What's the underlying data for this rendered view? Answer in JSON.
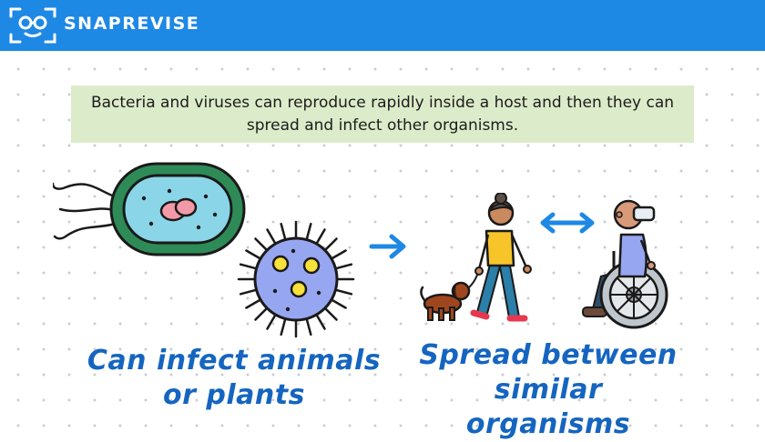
{
  "header": {
    "brand": "SNAPREVISE",
    "logo_icon": "glasses-face-icon",
    "color": "#1e88e5"
  },
  "banner": {
    "text": "Bacteria and viruses can reproduce rapidly inside a host and then they can spread and infect other organisms.",
    "background": "#dcebc9"
  },
  "illustrations": {
    "bacterium": "bacterium-icon",
    "virus": "virus-icon",
    "arrow": "arrow-right-icon",
    "person_walking_dog": "person-walking-dog-icon",
    "double_arrow": "double-arrow-icon",
    "person_wheelchair": "wheelchair-user-icon"
  },
  "captions": {
    "left": "Can infect animals or plants",
    "right": "Spread between similar organisms",
    "color": "#1565c0"
  }
}
